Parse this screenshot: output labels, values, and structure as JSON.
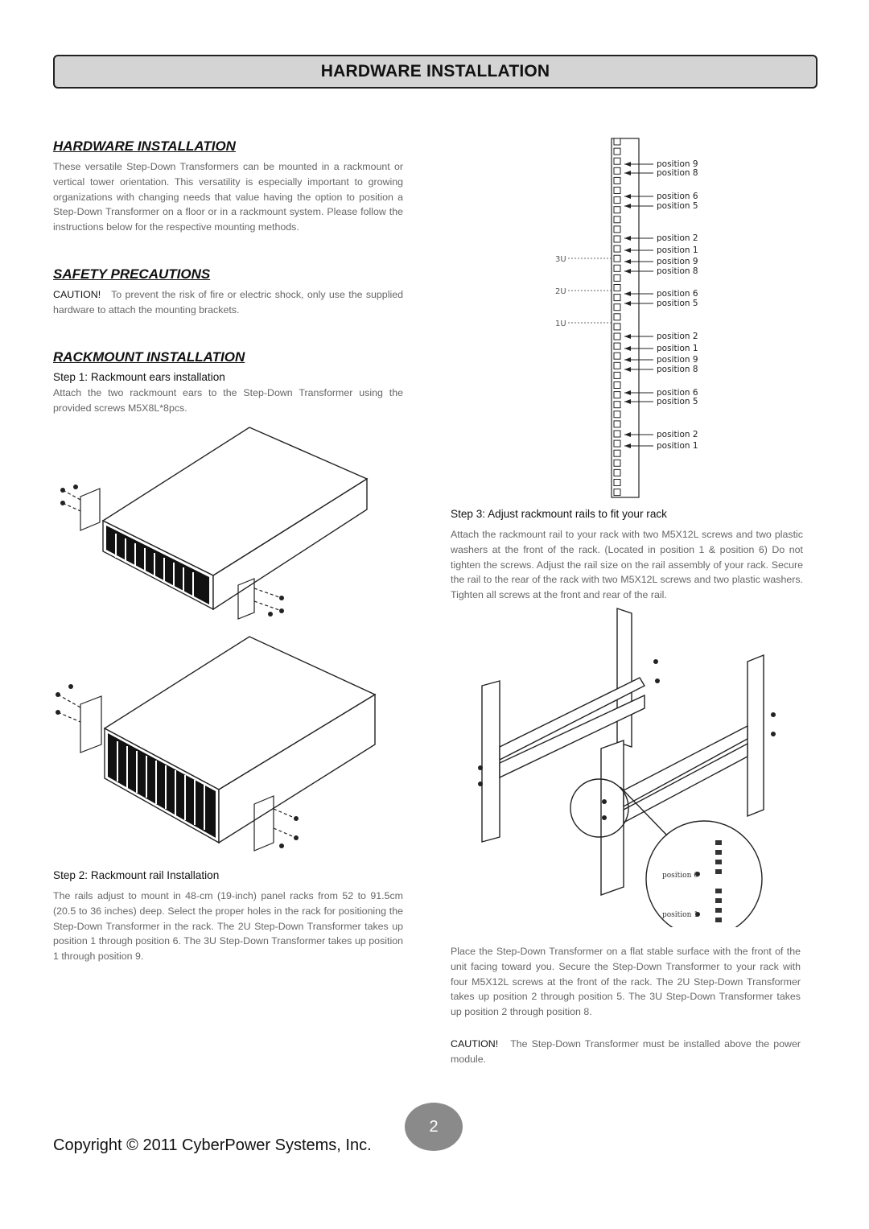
{
  "banner_title": "HARDWARE INSTALLATION",
  "sections": {
    "hardware": {
      "heading": "HARDWARE INSTALLATION",
      "body": "These versatile Step-Down Transformers can be mounted in a rackmount or vertical tower orientation. This versatility is especially important to growing organizations with changing needs that value having the option to position a Step-Down Transformer on a floor or in a rackmount system. Please follow the instructions below for the respective mounting methods."
    },
    "safety": {
      "heading": "SAFETY PRECAUTIONS",
      "caution_label": "CAUTION!",
      "body": "To prevent the risk of fire or electric shock, only use the supplied hardware to attach the mounting brackets."
    },
    "rackmount": {
      "heading": "RACKMOUNT INSTALLATION",
      "step1_title": "Step 1: Rackmount ears installation",
      "step1_body": "Attach the two rackmount ears to the Step-Down Transformer using the provided screws M5X8L*8pcs.",
      "step2_title": "Step 2: Rackmount rail Installation",
      "step2_body": "The rails adjust to mount in 48-cm (19-inch) panel racks from 52 to 91.5cm (20.5 to 36 inches) deep. Select the proper holes in the rack for positioning the Step-Down Transformer in the rack. The 2U Step-Down Transformer takes up position 1 through position 6. The 3U Step-Down Transformer takes up position 1 through position 9.",
      "step3_title": "Step 3: Adjust rackmount rails to fit your rack",
      "step3_body": "Attach the rackmount rail to your rack with two M5X12L screws and two plastic washers at the front of the rack. (Located in position 1 & position 6) Do not tighten the screws. Adjust the rail size on the rail assembly of your rack. Secure the rail to the rear of the rack with two M5X12L screws and two plastic washers. Tighten all screws at the front and rear of the rail.",
      "place_body": "Place the Step-Down Transformer on a flat stable surface with the front of the unit facing toward you. Secure the Step-Down Transformer to your rack with four M5X12L screws at the front of the rack. The 2U Step-Down Transformer takes up position 2 through position 5. The 3U Step-Down Transformer takes up position 2 through position 8.",
      "final_caution_label": "CAUTION!",
      "final_caution_body": "The Step-Down Transformer must be installed above the power module."
    }
  },
  "rack_diagram": {
    "unit_labels": [
      "3U",
      "2U",
      "1U"
    ],
    "position_labels": [
      "position 9",
      "position 8",
      "position 6",
      "position 5",
      "position 2",
      "position 1",
      "position 9",
      "position 8",
      "position 6",
      "position 5",
      "position 2",
      "position 1",
      "position 9",
      "position 8",
      "position 6",
      "position 5",
      "position 2",
      "position 1"
    ]
  },
  "rail_diagram": {
    "callouts": [
      "position 6",
      "position 1"
    ]
  },
  "footer": {
    "copyright": "Copyright © 2011 CyberPower Systems, Inc.",
    "page_number": "2"
  }
}
